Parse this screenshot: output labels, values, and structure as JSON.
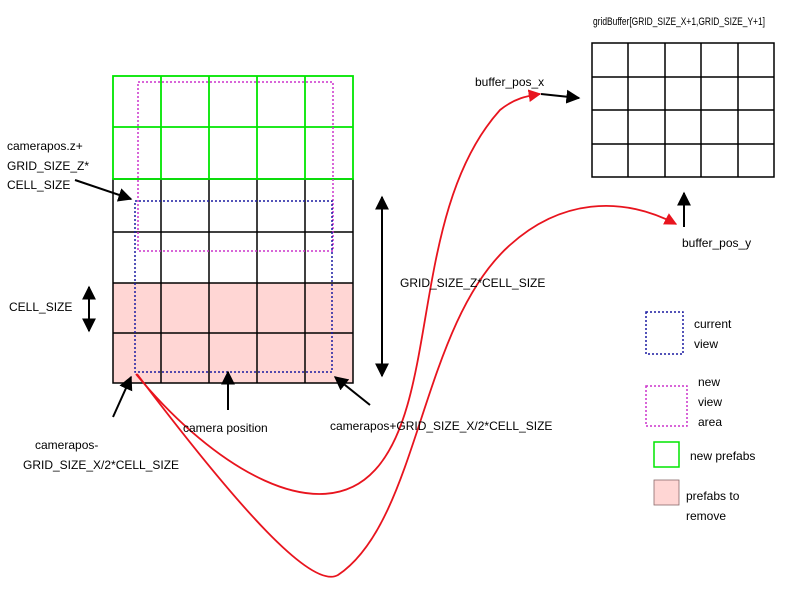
{
  "buffer": {
    "title": "gridBuffer[GRID_SIZE_X+1,GRID_SIZE_Y+1]",
    "pos_x_label": "buffer_pos_x",
    "pos_y_label": "buffer_pos_y"
  },
  "labels": {
    "camerapos_z_line1": "camerapos.z+",
    "camerapos_z_line2": "GRID_SIZE_Z*",
    "camerapos_z_line3": "CELL_SIZE",
    "cell_size": "CELL_SIZE",
    "grid_size_z": "GRID_SIZE_Z*CELL_SIZE",
    "camera_position": "camera position",
    "camerapos_minus_line1": "camerapos-",
    "camerapos_minus_line2": "GRID_SIZE_X/2*CELL_SIZE",
    "camerapos_plus": "camerapos+GRID_SIZE_X/2*CELL_SIZE"
  },
  "legend": {
    "current_view_line1": "current",
    "current_view_line2": "view",
    "new_view_line1": "new",
    "new_view_line2": "view",
    "new_view_line3": "area",
    "new_prefabs": "new prefabs",
    "prefabs_remove_line1": "prefabs to",
    "prefabs_remove_line2": "remove"
  },
  "colors": {
    "green": "#00e600",
    "pink_fill": "#ffd6d4",
    "current_view": "#1a1aa0",
    "new_view": "#cc33cc",
    "curve": "#e8141e",
    "grid_line": "#000000"
  }
}
